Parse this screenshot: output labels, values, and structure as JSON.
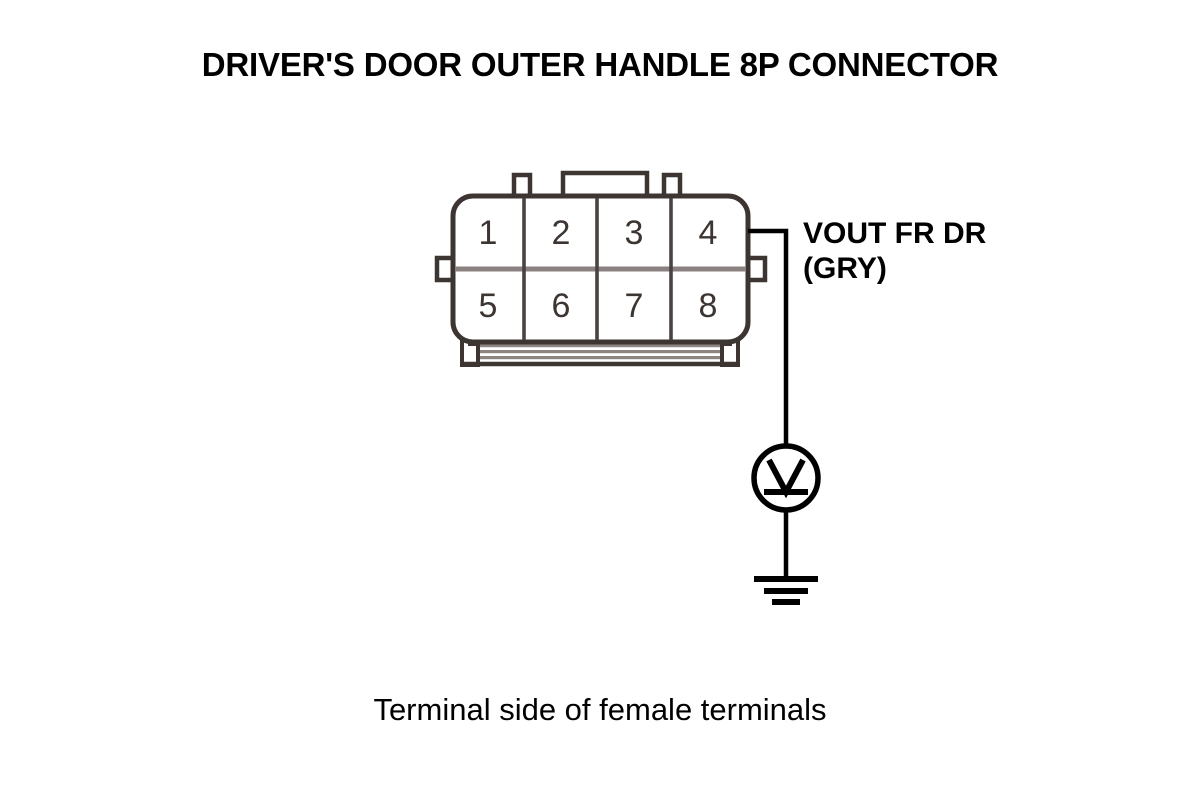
{
  "title": "DRIVER'S DOOR OUTER HANDLE 8P CONNECTOR",
  "caption": "Terminal side of female terminals",
  "connector": {
    "name": "driver's-door-outer-handle-8p-connector",
    "pin_count": 8,
    "rows": [
      {
        "pins": [
          "1",
          "2",
          "3",
          "4"
        ]
      },
      {
        "pins": [
          "5",
          "6",
          "7",
          "8"
        ]
      }
    ],
    "outline_color": "#3d3532",
    "divider_color": "#4a4240",
    "band_color": "#8c8580"
  },
  "wire": {
    "label_line1": "VOUT FR DR",
    "label_line2": "(GRY)",
    "color_code": "GRY",
    "from_pin": "4",
    "line_color": "#000000"
  },
  "meter": {
    "symbol": "V",
    "type": "voltmeter",
    "color": "#000000"
  },
  "ground": {
    "symbol": "ground",
    "bars": 3,
    "color": "#000000"
  }
}
